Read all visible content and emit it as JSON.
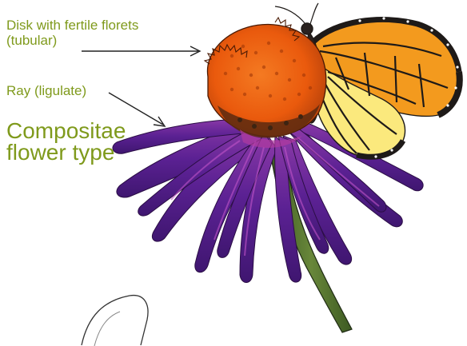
{
  "colors": {
    "label_text": "#7f9a1c",
    "leader_line": "#222222",
    "disk": "#f05d10",
    "disk_dark": "#9a3306",
    "ray": "#5a1f8c",
    "ray_light": "#8a3fb0",
    "stem": "#4f6e2a",
    "wing": "#f39a1e",
    "wing_light": "#fbe97d",
    "wing_vein": "#1e1a18"
  },
  "labels": {
    "disk_line1": "Disk with fertile florets",
    "disk_line2": "(tubular)",
    "ray": "Ray (ligulate)",
    "title_line1": "Compositae",
    "title_line2": "flower type"
  }
}
